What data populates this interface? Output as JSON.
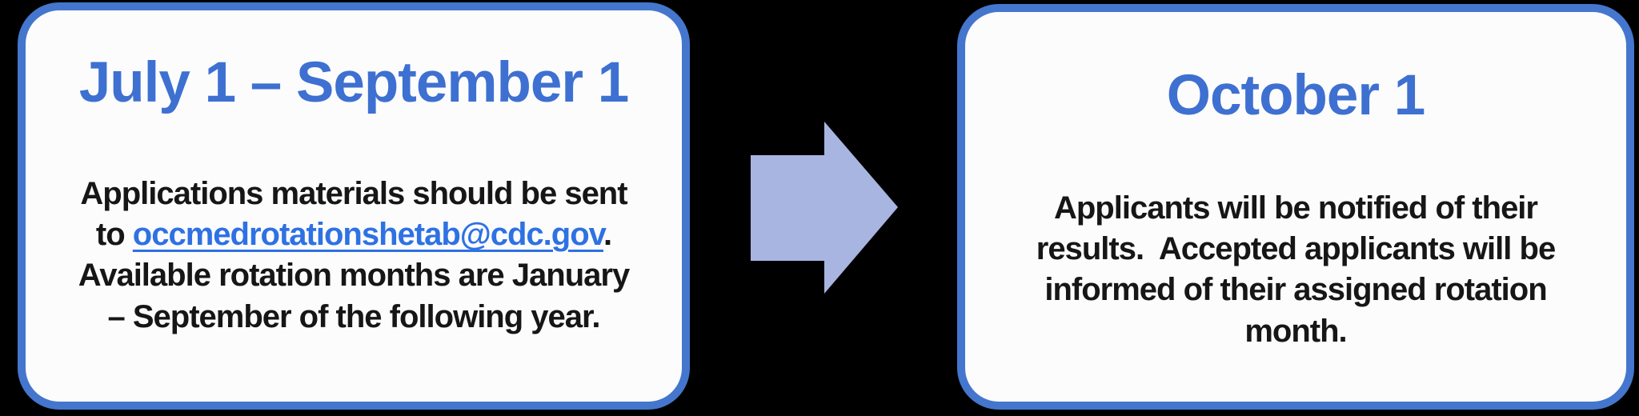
{
  "page": {
    "background": "#000000"
  },
  "colors": {
    "card_border": "#4476cd",
    "card_fill": "#fcfcfd",
    "title_blue": "#3e70d1",
    "body_text": "#161616",
    "link_blue": "#2e71e3",
    "arrow_fill": "#a9b5e1"
  },
  "left_card": {
    "title": "July 1 – September 1",
    "body_line1": "Applications materials should be sent",
    "body_line2_pre": "to ",
    "body_line2_link": "occmedrotationshetab@cdc.gov",
    "body_line2_post": ".",
    "body_line3": "Available rotation months are January",
    "body_line4": "– September of the following year."
  },
  "arrow": {
    "icon": "right-block-arrow"
  },
  "right_card": {
    "title": "October 1",
    "body": "Applicants will be notified of their\nresults.  Accepted applicants will be\ninformed of their assigned rotation\nmonth."
  }
}
